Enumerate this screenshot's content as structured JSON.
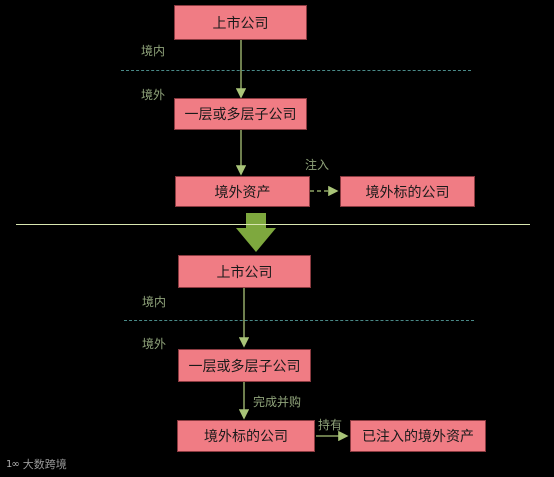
{
  "top": {
    "listed_company": "上市公司",
    "domestic": "境内",
    "overseas": "境外",
    "intermediate": "一层或多层子公司",
    "overseas_assets": "境外资产",
    "inject_label": "注入",
    "target_company": "境外标的公司"
  },
  "bottom": {
    "listed_company": "上市公司",
    "domestic": "境内",
    "overseas": "境外",
    "intermediate": "一层或多层子公司",
    "merger_label": "完成并购",
    "target_company": "境外标的公司",
    "hold_label": "持有",
    "injected_assets": "已注入的境外资产"
  },
  "watermark": {
    "logo": "1∞",
    "text": "大数跨境"
  },
  "colors": {
    "box_fill": "#f07c84",
    "arrow": "#a9c478",
    "big_arrow": "#7ea83e",
    "dashed_line": "#4a8a88"
  }
}
